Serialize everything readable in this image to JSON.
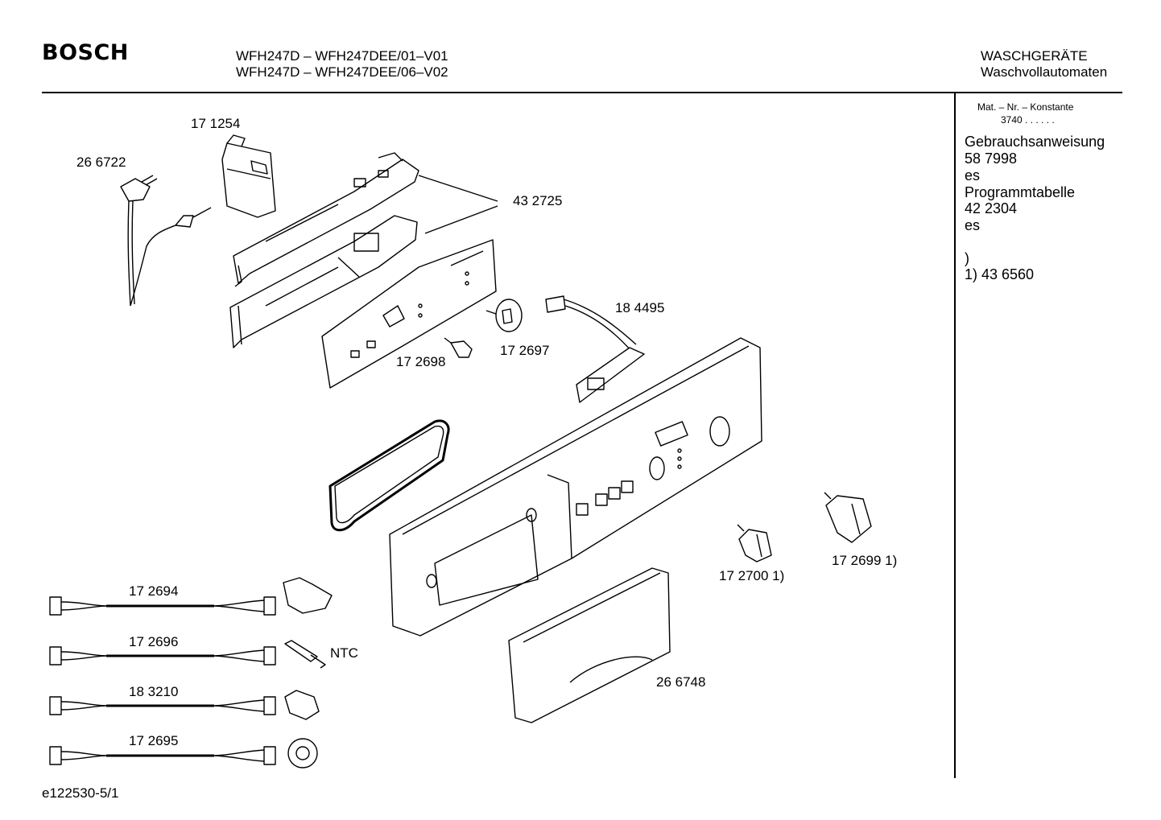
{
  "header": {
    "brand": "BOSCH",
    "model_line1": "WFH247D – WFH247DEE/01–V01",
    "model_line2": "WFH247D – WFH247DEE/06–V02",
    "category_line1": "WASCHGERÄTE",
    "category_line2": "Waschvollautomaten"
  },
  "sidebar": {
    "mat_label": "Mat. – Nr. – Konstante",
    "mat_value": "3740 .  .  .  .  .  .",
    "lines": [
      "Gebrauchsanweisung",
      "58 7998",
      "es",
      "Programmtabelle",
      "42 2304",
      "es"
    ],
    "footnote_paren": ")",
    "footnote": "1)  43 6560"
  },
  "parts": {
    "p171254": "17 1254",
    "p266722": "26 6722",
    "p432725": "43 2725",
    "p184495": "18 4495",
    "p172697": "17 2697",
    "p172698": "17 2698",
    "p172700": "17 2700 1)",
    "p172699": "17 2699 1)",
    "p266748": "26 6748",
    "p172694": "17 2694",
    "p172696": "17 2696",
    "p183210": "18 3210",
    "p172695": "17 2695",
    "ntc": "NTC"
  },
  "footer": {
    "doc_id": "e122530-5/1"
  }
}
